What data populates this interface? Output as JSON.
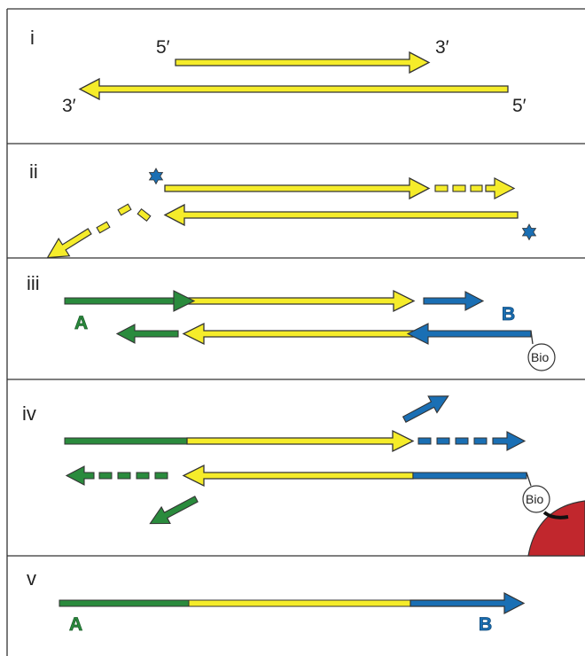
{
  "panels": [
    {
      "label": "i"
    },
    {
      "label": "ii"
    },
    {
      "label": "iii"
    },
    {
      "label": "iv"
    },
    {
      "label": "v"
    }
  ],
  "strand_end_labels": {
    "top_left": "5′",
    "top_right": "3′",
    "bottom_left": "3′",
    "bottom_right": "5′"
  },
  "adapters": {
    "a": "A",
    "b": "B"
  },
  "biotin_label": "Bio",
  "colors": {
    "template": "#f5ec2a",
    "adapter_a": "#2a8b3d",
    "adapter_b": "#1a6fb4",
    "bead": "#c1272d",
    "marker": "#1a6fb4",
    "outline": "#333333"
  },
  "icons": {
    "label_marker": "star-icon",
    "streptavidin_bead": "bead-icon"
  }
}
